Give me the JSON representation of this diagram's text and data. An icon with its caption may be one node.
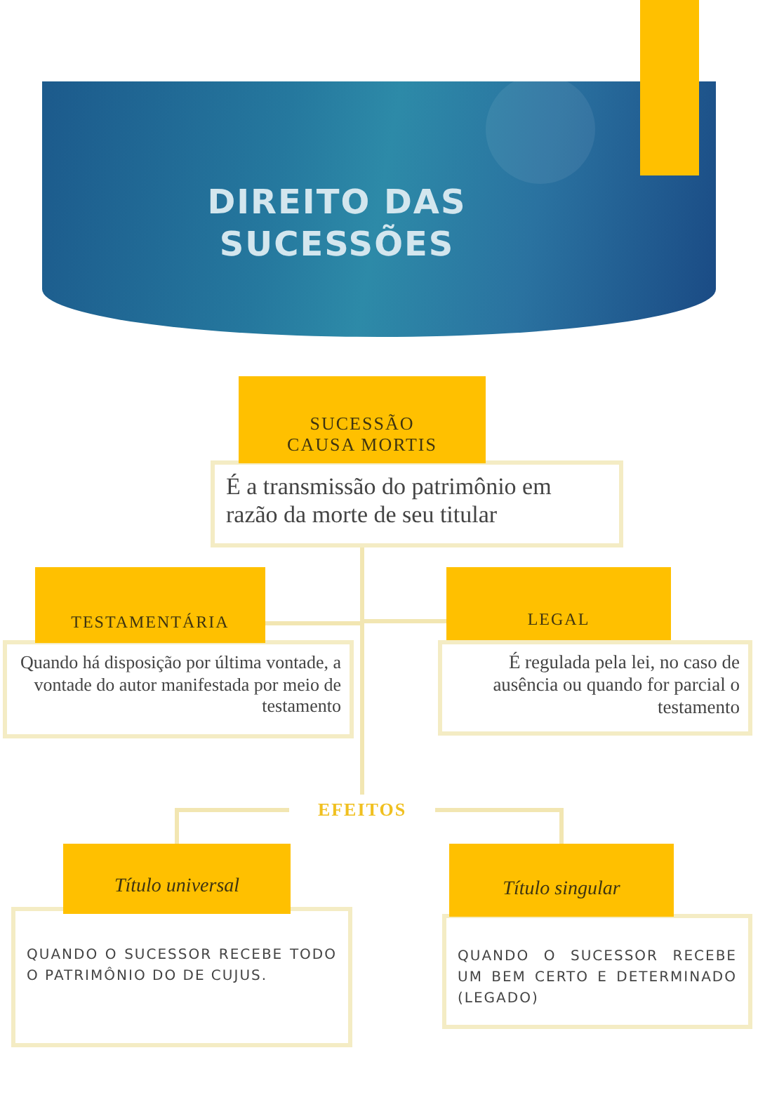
{
  "diagram": {
    "title": "DIREITO DAS SUCESSÕES",
    "nodes": [
      {
        "text": [
          "SUCESSÃO CAUSA MORTIS"
        ]
      },
      {
        "text": [
          "É a transmissão do patrimônio em razão da morte de seu titular"
        ]
      },
      {
        "text": [
          "TESTAMENTÁRIA"
        ]
      },
      {
        "text": [
          "Quando há disposição por última vontade, a vontade do autor manifestada por meio de testamento"
        ]
      },
      {
        "text": [
          "LEGAL"
        ]
      },
      {
        "text": [
          "É regulada pela lei, no caso de ausência ou quando for parcial o testamento"
        ]
      },
      {
        "text": [
          "EFEITOS"
        ]
      },
      {
        "text": [
          "Título universal"
        ]
      },
      {
        "text": [
          "QUANDO O SUCESSOR RECEBE TODO O PATRIMÔNIO DO DE CUJUS."
        ]
      },
      {
        "text": [
          "Título singular"
        ]
      },
      {
        "text": [
          "QUANDO O SUCESSOR RECEBE UM BEM CERTO E DETERMINADO (LEGADO)"
        ]
      }
    ],
    "edges": [
      {
        "from": 1,
        "to": 2,
        "arrow": "none"
      },
      {
        "from": 1,
        "to": 4,
        "arrow": "none"
      },
      {
        "from": 1,
        "to": 6,
        "arrow": "none"
      },
      {
        "from": 6,
        "to": 7,
        "arrow": "none"
      },
      {
        "from": 6,
        "to": 9,
        "arrow": "none"
      }
    ]
  }
}
